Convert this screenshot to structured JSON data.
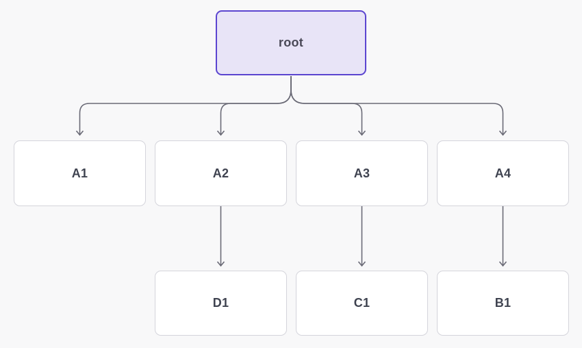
{
  "diagram": {
    "type": "tree",
    "nodes": {
      "root": {
        "label": "root",
        "level": 0
      },
      "a1": {
        "label": "A1",
        "level": 1
      },
      "a2": {
        "label": "A2",
        "level": 1
      },
      "a3": {
        "label": "A3",
        "level": 1
      },
      "a4": {
        "label": "A4",
        "level": 1
      },
      "d1": {
        "label": "D1",
        "level": 2
      },
      "c1": {
        "label": "C1",
        "level": 2
      },
      "b1": {
        "label": "B1",
        "level": 2
      }
    },
    "edges": [
      {
        "from": "root",
        "to": "A1"
      },
      {
        "from": "root",
        "to": "A2"
      },
      {
        "from": "root",
        "to": "A3"
      },
      {
        "from": "root",
        "to": "A4"
      },
      {
        "from": "A2",
        "to": "D1"
      },
      {
        "from": "A3",
        "to": "C1"
      },
      {
        "from": "A4",
        "to": "B1"
      }
    ],
    "colors": {
      "background": "#f8f8f9",
      "edge": "#6a6a76",
      "node_fill": "#ffffff",
      "node_border": "#d4d4db",
      "node_text": "#3f4350",
      "root_fill": "#e8e4f7",
      "root_border": "#5b45d0",
      "root_text": "#4a4957"
    }
  }
}
